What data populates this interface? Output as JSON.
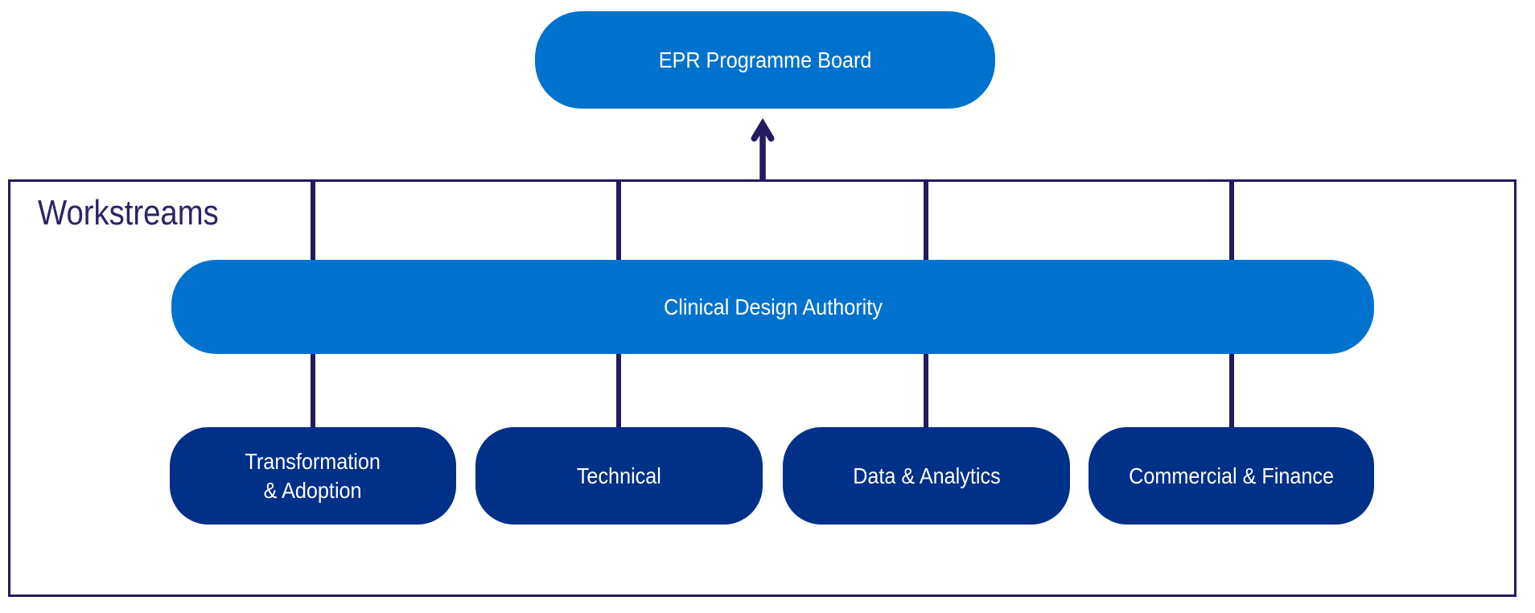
{
  "palette": {
    "bright_blue": "#0072CE",
    "dark_blue": "#003087",
    "line_navy": "#221B60",
    "title_navy": "#2B2468",
    "text_white": "#FFFFFF"
  },
  "board": {
    "label": "EPR Programme Board"
  },
  "workstreams": {
    "title": "Workstreams",
    "authority": {
      "label": "Clinical Design Authority"
    },
    "streams": [
      {
        "label": "Transformation\n& Adoption"
      },
      {
        "label": "Technical"
      },
      {
        "label": "Data & Analytics"
      },
      {
        "label": "Commercial & Finance"
      }
    ]
  }
}
